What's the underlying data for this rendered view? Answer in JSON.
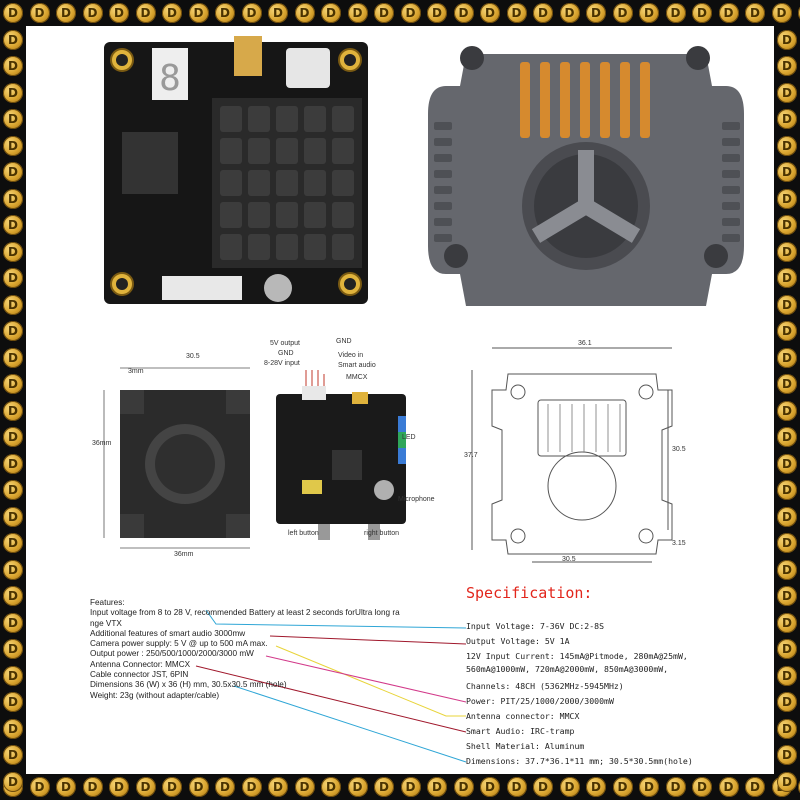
{
  "coin_glyph": "D",
  "drawing_labels": {
    "vtx_top_width": "30.5",
    "vtx_hole": "3mm",
    "vtx_height": "36mm",
    "vtx_width": "36mm",
    "pcb_5v_output": "5V output",
    "pcb_gnd_top": "GND",
    "pcb_gnd_left": "GND",
    "pcb_video_in": "Video in",
    "pcb_power_input": "8-28V input",
    "pcb_smart_audio": "Smart audio",
    "pcb_mmcx": "MMCX",
    "pcb_led": "LED",
    "pcb_microphone": "Microphone",
    "pcb_left_button": "left button",
    "pcb_right_button": "right button",
    "case_width_top": "36.1",
    "case_height": "37.7",
    "case_hole_spacing_v": "30.5",
    "case_hole_spacing_h": "30.5",
    "case_hole_dia": "3.15"
  },
  "features": {
    "heading": "Features:",
    "lines": [
      "Input voltage from 8 to 28 V, recommended Battery at least 2 seconds forUltra long ra",
      "nge VTX",
      "Additional features of smart audio 3000mw",
      "Camera power supply:  5 V @ up to 500 mA max.",
      "Output power :  250/500/1000/2000/3000 mW",
      "Antenna Connector:  MMCX",
      "Cable connector JST, 6PIN",
      "Dimensions 36 (W) x 36 (H) mm, 30.5x30.5 mm (hole)",
      "Weight:  23g (without adapter/cable)"
    ]
  },
  "specification": {
    "title": "Specification:",
    "lines": [
      "Input Voltage: 7-36V DC:2-8S",
      "Output Voltage: 5V 1A",
      "12V Input Current: 145mA@Pitmode, 280mA@25mW,",
      "560mA@1000mW, 720mA@2000mW,  850mA@3000mW,",
      "Channels: 48CH (5362MHz-5945MHz)",
      "Power: PIT/25/1000/2000/3000mW",
      "Antenna connector: MMCX",
      "Smart Audio: IRC-tramp",
      "Shell Material: Aluminum",
      "Dimensions: 37.7*36.1*11 mm; 30.5*30.5mm(hole)"
    ]
  },
  "colors": {
    "spec_title": "#e2261c",
    "leader_blue": "#2fa6d6",
    "leader_red": "#a0182c",
    "leader_yellow": "#e8d43a",
    "leader_pink": "#d23a8a",
    "board_black": "#1a1a1a",
    "case_grey": "#6c6e74"
  }
}
